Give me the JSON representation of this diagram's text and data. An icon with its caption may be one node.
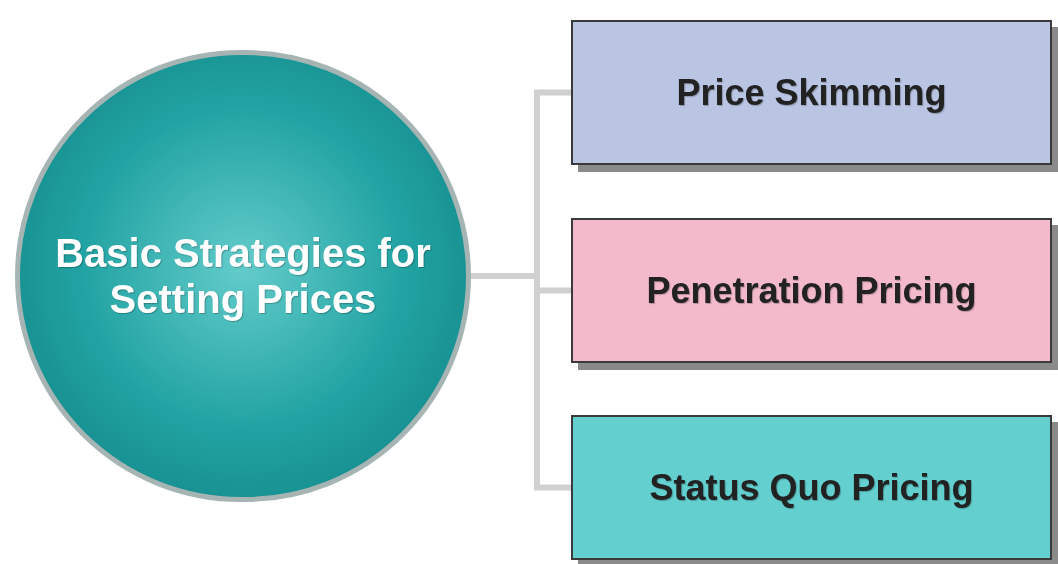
{
  "diagram": {
    "nodes": [
      {
        "text": [
          "Basic Strategies for Setting Prices"
        ]
      },
      {
        "text": [
          "Price Skimming"
        ]
      },
      {
        "text": [
          "Penetration Pricing"
        ]
      },
      {
        "text": [
          "Status Quo Pricing"
        ]
      }
    ],
    "edges": [
      {
        "from": 0,
        "to": 1,
        "arrow": "none"
      },
      {
        "from": 0,
        "to": 2,
        "arrow": "none"
      },
      {
        "from": 0,
        "to": 3,
        "arrow": "none"
      }
    ]
  }
}
